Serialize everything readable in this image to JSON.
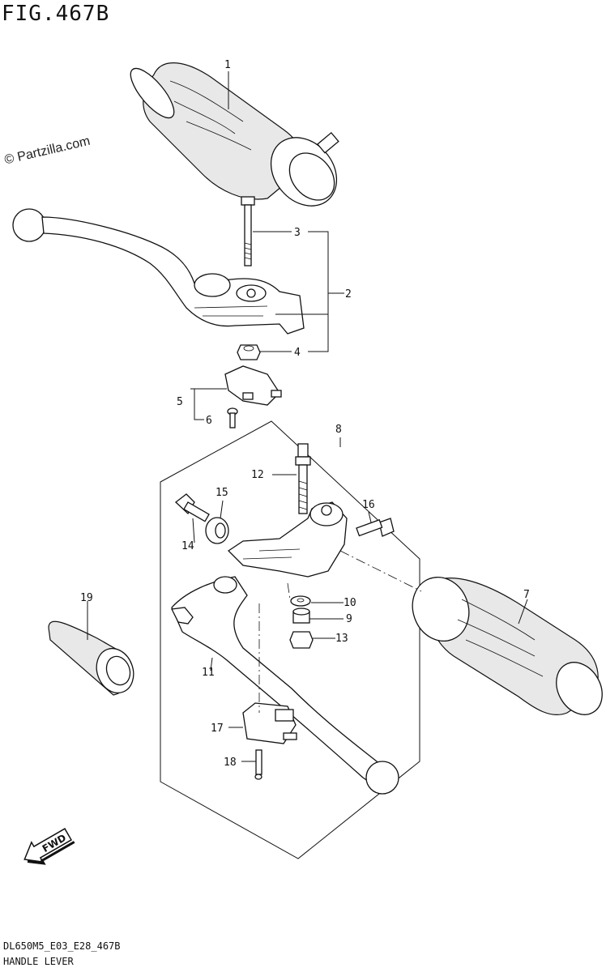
{
  "figure": {
    "title": "FIG.467B",
    "watermark": "© Partzilla.com",
    "code": "DL650M5_E03_E28_467B",
    "caption": "HANDLE LEVER"
  },
  "callouts": [
    "1",
    "2",
    "3",
    "4",
    "5",
    "6",
    "7",
    "8",
    "9",
    "10",
    "11",
    "12",
    "13",
    "14",
    "15",
    "16",
    "17",
    "18",
    "19"
  ],
  "badge": {
    "label": "FWD"
  }
}
